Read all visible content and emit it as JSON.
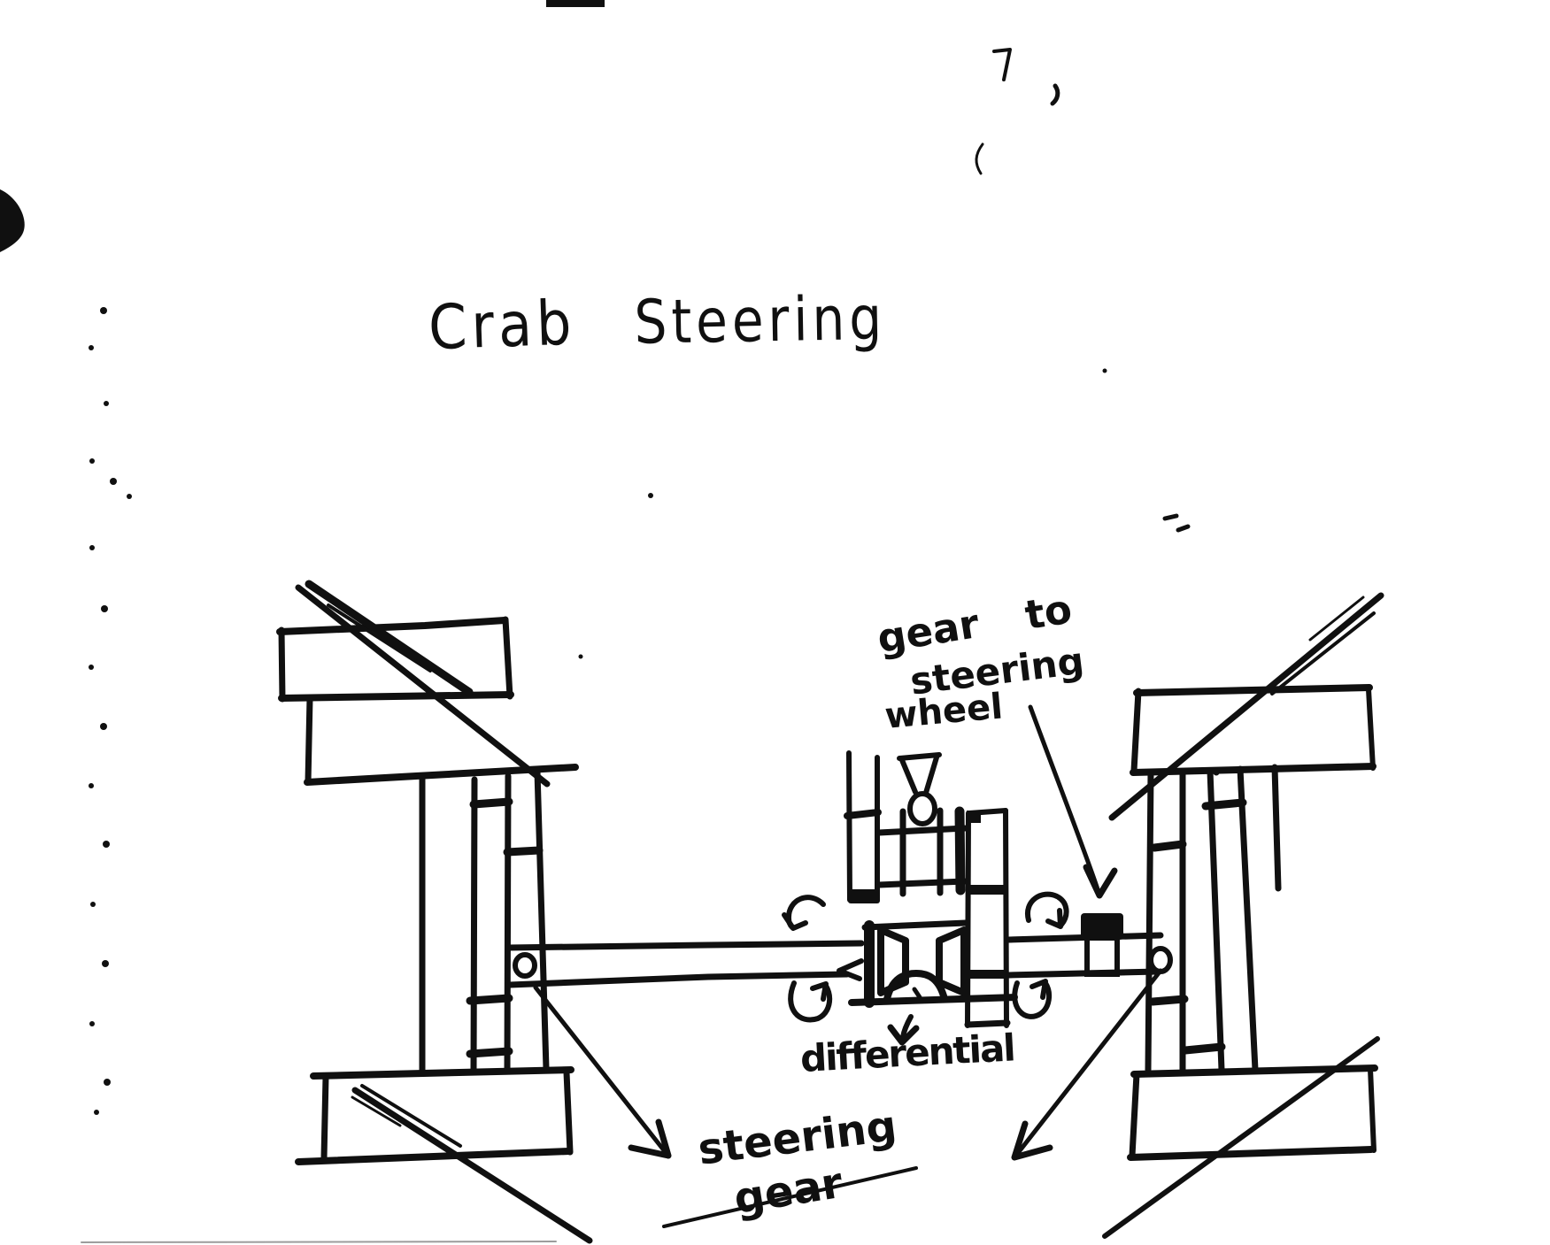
{
  "theme": {
    "ink": "#101010",
    "paper": "#ffffff"
  },
  "title": {
    "word1": "Crab",
    "word2": "Steering"
  },
  "labels": {
    "gear_to_steering_wheel": {
      "line1": "gear to",
      "line2": "steering",
      "line3": "wheel"
    },
    "differential": "differential",
    "steering_gear": {
      "line1": "steering",
      "line2": "gear"
    }
  },
  "icons": {
    "rotation_arrows": "curled rotation arrows around axle",
    "pointer_arrows": "hand-drawn annotation arrows"
  }
}
